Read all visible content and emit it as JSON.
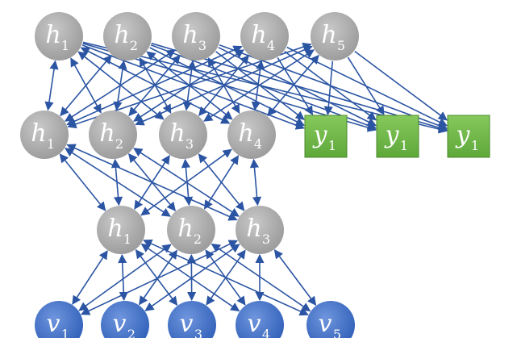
{
  "colors": {
    "hidden_node": "#9a9a9a",
    "hidden_node_highlight": "#c8c8c8",
    "visible_node": "#2f5fb8",
    "visible_node_highlight": "#6f95dd",
    "output_node": "#5ea83a",
    "output_node_highlight": "#86c85c",
    "edge": "#2b55a3"
  },
  "layers": [
    {
      "id": "top-hidden",
      "kind": "hidden",
      "nodes": [
        {
          "label": "h",
          "sub": "1"
        },
        {
          "label": "h",
          "sub": "2"
        },
        {
          "label": "h",
          "sub": "3"
        },
        {
          "label": "h",
          "sub": "4"
        },
        {
          "label": "h",
          "sub": "5"
        }
      ]
    },
    {
      "id": "upper-hidden",
      "kind": "hidden",
      "nodes": [
        {
          "label": "h",
          "sub": "1"
        },
        {
          "label": "h",
          "sub": "2"
        },
        {
          "label": "h",
          "sub": "3"
        },
        {
          "label": "h",
          "sub": "4"
        }
      ]
    },
    {
      "id": "outputs",
      "kind": "output",
      "nodes": [
        {
          "label": "y",
          "sub": "1"
        },
        {
          "label": "y",
          "sub": "1"
        },
        {
          "label": "y",
          "sub": "1"
        }
      ]
    },
    {
      "id": "lower-hidden",
      "kind": "hidden",
      "nodes": [
        {
          "label": "h",
          "sub": "1"
        },
        {
          "label": "h",
          "sub": "2"
        },
        {
          "label": "h",
          "sub": "3"
        }
      ]
    },
    {
      "id": "visible",
      "kind": "visible",
      "nodes": [
        {
          "label": "v",
          "sub": "1"
        },
        {
          "label": "v",
          "sub": "2"
        },
        {
          "label": "v",
          "sub": "3"
        },
        {
          "label": "v",
          "sub": "4"
        },
        {
          "label": "v",
          "sub": "5"
        }
      ]
    }
  ],
  "connections": [
    {
      "from": "upper-hidden",
      "to": "top-hidden",
      "bidirectional": true
    },
    {
      "from": "top-hidden",
      "to": "outputs",
      "bidirectional": false
    },
    {
      "from": "lower-hidden",
      "to": "upper-hidden",
      "bidirectional": true
    },
    {
      "from": "visible",
      "to": "lower-hidden",
      "bidirectional": true
    }
  ]
}
